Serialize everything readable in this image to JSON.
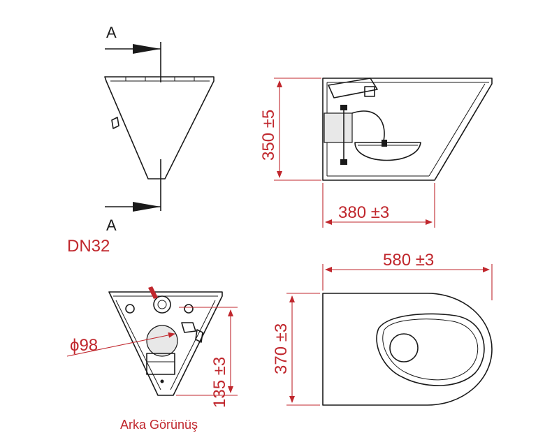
{
  "section_marker": {
    "top": "A",
    "bottom": "A"
  },
  "labels": {
    "pipe": "DN32",
    "rear_view": "Arka Görünüş"
  },
  "dimensions": {
    "side_height": "350 ±5",
    "side_depth": "380 ±3",
    "top_length": "580 ±3",
    "top_width": "370 ±3",
    "outlet_diameter": "ϕ98",
    "outlet_height": "135 ±3"
  },
  "colors": {
    "dimension": "#c0272d",
    "outline": "#1a1a1a"
  }
}
